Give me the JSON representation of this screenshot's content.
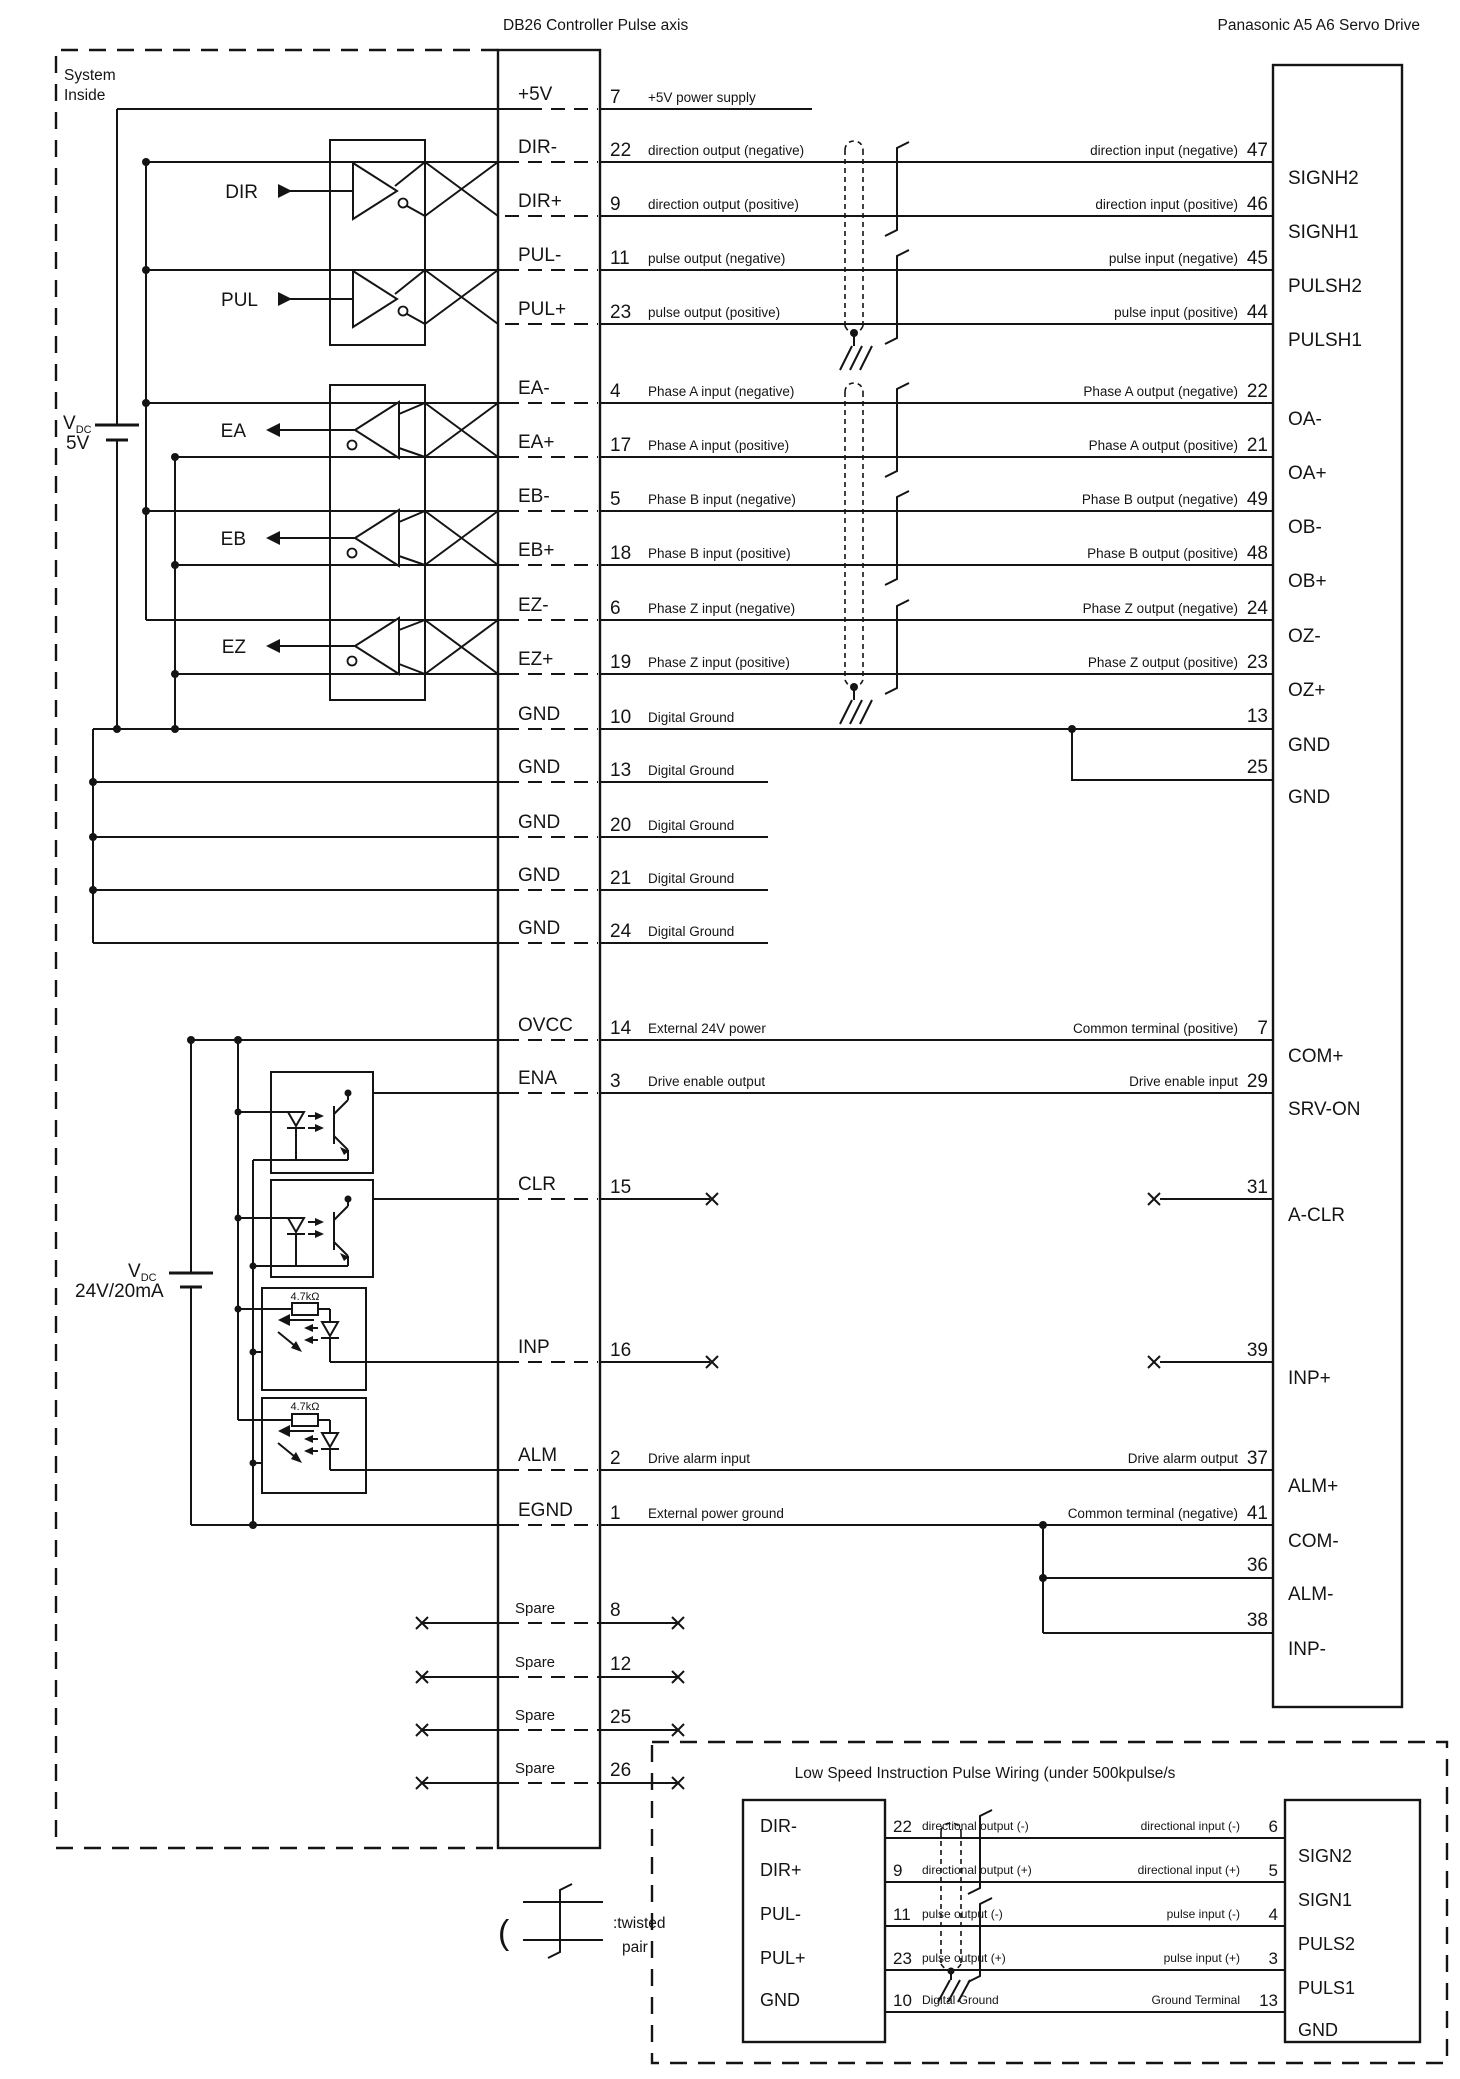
{
  "titles": {
    "left": "DB26  Controller Pulse axis",
    "right": "Panasonic A5 A6 Servo Drive",
    "system_inside_line1": "System",
    "system_inside_line2": "Inside"
  },
  "colors": {
    "ink": "#141414",
    "background": "#ffffff"
  },
  "supplies": {
    "vdc5": {
      "v": "V",
      "sub": "DC",
      "value": "5V"
    },
    "vdc24": {
      "v": "V",
      "sub": "DC",
      "value": "24V/20mA"
    },
    "resistor_inp": "4.7kΩ",
    "resistor_alm": "4.7kΩ"
  },
  "gate_labels": {
    "dir": "DIR",
    "pul": "PUL",
    "ea": "EA",
    "eb": "EB",
    "ez": "EZ"
  },
  "rows": [
    {
      "left_label": "+5V",
      "pin": "7",
      "desc": "+5V power supply"
    },
    {
      "left_label": "DIR-",
      "pin": "22",
      "desc": "direction output (negative)",
      "rdesc": "direction input (negative)",
      "rpin": "47",
      "rlabel": "SIGNH2"
    },
    {
      "left_label": "DIR+",
      "pin": "9",
      "desc": "direction output (positive)",
      "rdesc": "direction input (positive)",
      "rpin": "46",
      "rlabel": "SIGNH1"
    },
    {
      "left_label": "PUL-",
      "pin": "11",
      "desc": "pulse output (negative)",
      "rdesc": "pulse input (negative)",
      "rpin": "45",
      "rlabel": "PULSH2"
    },
    {
      "left_label": "PUL+",
      "pin": "23",
      "desc": "pulse output (positive)",
      "rdesc": "pulse input (positive)",
      "rpin": "44",
      "rlabel": "PULSH1"
    },
    {
      "left_label": "EA-",
      "pin": "4",
      "desc": "Phase A input (negative)",
      "rdesc": "Phase A output (negative)",
      "rpin": "22",
      "rlabel": "OA-"
    },
    {
      "left_label": "EA+",
      "pin": "17",
      "desc": "Phase A input (positive)",
      "rdesc": "Phase A output (positive)",
      "rpin": "21",
      "rlabel": "OA+"
    },
    {
      "left_label": "EB-",
      "pin": "5",
      "desc": "Phase B input (negative)",
      "rdesc": "Phase B output (negative)",
      "rpin": "49",
      "rlabel": "OB-"
    },
    {
      "left_label": "EB+",
      "pin": "18",
      "desc": "Phase B input (positive)",
      "rdesc": "Phase B output (positive)",
      "rpin": "48",
      "rlabel": "OB+"
    },
    {
      "left_label": "EZ-",
      "pin": "6",
      "desc": "Phase Z input (negative)",
      "rdesc": "Phase Z output (negative)",
      "rpin": "24",
      "rlabel": "OZ-"
    },
    {
      "left_label": "EZ+",
      "pin": "19",
      "desc": "Phase Z input (positive)",
      "rdesc": "Phase Z output (positive)",
      "rpin": "23",
      "rlabel": "OZ+"
    },
    {
      "left_label": "GND",
      "pin": "10",
      "desc": "Digital Ground",
      "rpin": "13",
      "rlabel": "GND"
    },
    {
      "left_label": "GND",
      "pin": "13",
      "desc": "Digital Ground",
      "rpin": "25",
      "rlabel": "GND"
    },
    {
      "left_label": "GND",
      "pin": "20",
      "desc": "Digital Ground"
    },
    {
      "left_label": "GND",
      "pin": "21",
      "desc": "Digital Ground"
    },
    {
      "left_label": "GND",
      "pin": "24",
      "desc": "Digital Ground"
    },
    {
      "left_label": "OVCC",
      "pin": "14",
      "desc": "External 24V power",
      "rdesc": "Common terminal (positive)",
      "rpin": "7",
      "rlabel": "COM+"
    },
    {
      "left_label": "ENA",
      "pin": "3",
      "desc": "Drive enable output",
      "rdesc": "Drive enable input",
      "rpin": "29",
      "rlabel": "SRV-ON"
    },
    {
      "left_label": "CLR",
      "pin": "15",
      "rpin": "31",
      "rlabel": "A-CLR"
    },
    {
      "left_label": "INP",
      "pin": "16",
      "rpin": "39",
      "rlabel": "INP+"
    },
    {
      "left_label": "ALM",
      "pin": "2",
      "desc": "Drive alarm input",
      "rdesc": "Drive alarm output",
      "rpin": "37",
      "rlabel": "ALM+"
    },
    {
      "left_label": "EGND",
      "pin": "1",
      "desc": "External power ground",
      "rdesc": "Common terminal (negative)",
      "rpin": "41",
      "rlabel": "COM-"
    },
    {
      "rpin": "36",
      "rlabel": "ALM-"
    },
    {
      "rpin": "38",
      "rlabel": "INP-"
    },
    {
      "left_label": "Spare",
      "pin": "8"
    },
    {
      "left_label": "Spare",
      "pin": "12"
    },
    {
      "left_label": "Spare",
      "pin": "25"
    },
    {
      "left_label": "Spare",
      "pin": "26"
    }
  ],
  "low_speed": {
    "title": "Low Speed Instruction Pulse Wiring (under 500kpulse/s",
    "rows": [
      {
        "left_label": "DIR-",
        "pin": "22",
        "desc": "directional output (-)",
        "rdesc": "directional input (-)",
        "rpin": "6",
        "rlabel": "SIGN2"
      },
      {
        "left_label": "DIR+",
        "pin": "9",
        "desc": "directional output (+)",
        "rdesc": "directional input (+)",
        "rpin": "5",
        "rlabel": "SIGN1"
      },
      {
        "left_label": "PUL-",
        "pin": "11",
        "desc": "pulse output (-)",
        "rdesc": "pulse input (-)",
        "rpin": "4",
        "rlabel": "PULS2"
      },
      {
        "left_label": "PUL+",
        "pin": "23",
        "desc": "pulse output (+)",
        "rdesc": "pulse input (+)",
        "rpin": "3",
        "rlabel": "PULS1"
      },
      {
        "left_label": "GND",
        "pin": "10",
        "desc": "Digital Ground",
        "rdesc": "Ground Terminal",
        "rpin": "13",
        "rlabel": "GND"
      }
    ]
  },
  "legend": {
    "paren": "(",
    "line1": ":twisted",
    "line2": "pair"
  }
}
